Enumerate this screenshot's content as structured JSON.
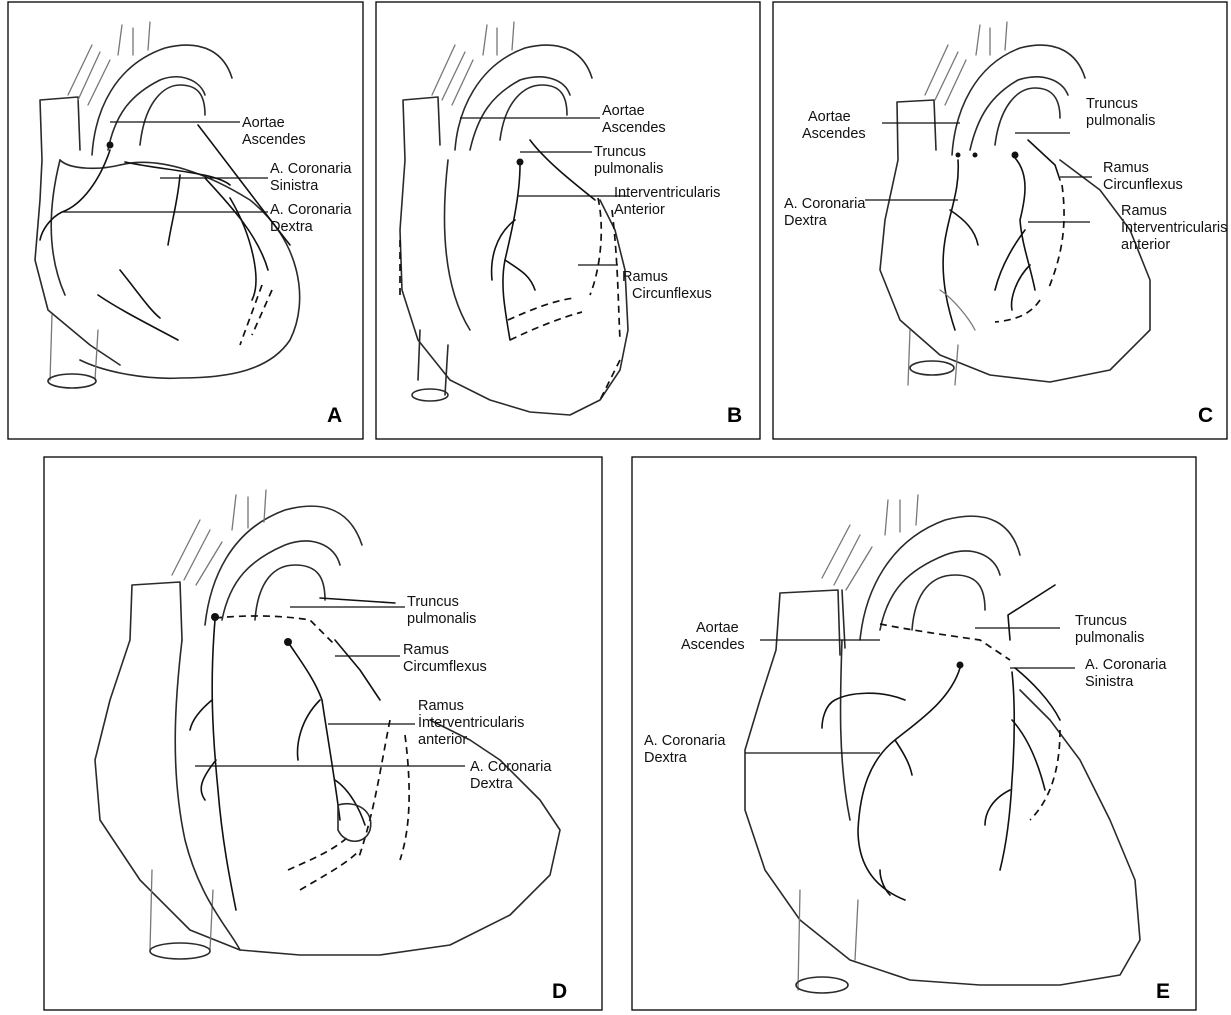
{
  "panels": [
    {
      "id": "A",
      "letter": "A",
      "labels": [
        [
          "Aortae",
          "Ascendes"
        ],
        [
          "A. Coronaria",
          "Sinistra"
        ],
        [
          "A. Coronaria",
          "Dextra"
        ]
      ]
    },
    {
      "id": "B",
      "letter": "B",
      "labels": [
        [
          "Aortae",
          "Ascendes"
        ],
        [
          "Truncus",
          "pulmonalis"
        ],
        [
          "Interventricularis",
          "Anterior"
        ],
        [
          "Ramus",
          "Circunflexus"
        ]
      ]
    },
    {
      "id": "C",
      "letter": "C",
      "labels": [
        [
          "Aortae",
          "Ascendes"
        ],
        [
          "Truncus",
          "pulmonalis"
        ],
        [
          "A. Coronaria",
          "Dextra"
        ],
        [
          "Ramus",
          "Circunflexus"
        ],
        [
          "Ramus",
          "İnterventricularis",
          "anterior"
        ]
      ]
    },
    {
      "id": "D",
      "letter": "D",
      "labels": [
        [
          "Truncus",
          "pulmonalis"
        ],
        [
          "Ramus",
          "Circumflexus"
        ],
        [
          "Ramus",
          "İnterventricularis",
          "anterior"
        ],
        [
          "A. Coronaria",
          "Dextra"
        ]
      ]
    },
    {
      "id": "E",
      "letter": "E",
      "labels": [
        [
          "Aortae",
          "Ascendes"
        ],
        [
          "Truncus",
          "pulmonalis"
        ],
        [
          "A. Coronaria",
          "Sinistra"
        ],
        [
          "A. Coronaria",
          "Dextra"
        ]
      ]
    }
  ]
}
